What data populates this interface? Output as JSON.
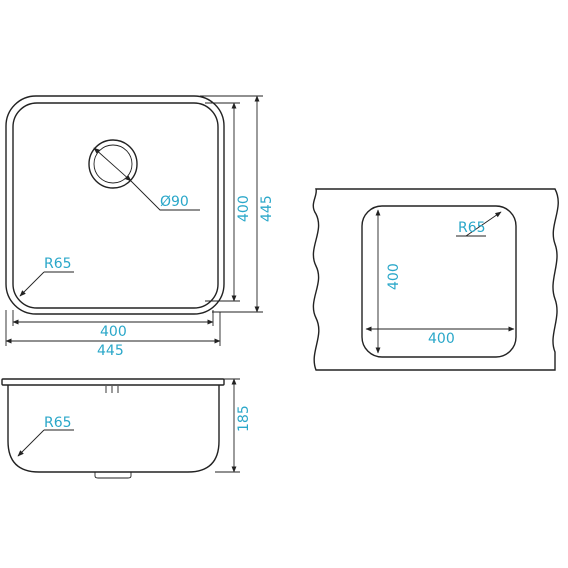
{
  "top_view": {
    "drain_diameter": "Ø90",
    "corner_radius": "R65",
    "inner_width": "400",
    "outer_width": "445",
    "inner_depth": "400",
    "outer_depth": "445"
  },
  "side_view": {
    "corner_radius": "R65",
    "height": "185"
  },
  "cutout_view": {
    "corner_radius": "R65",
    "width": "400",
    "depth": "400"
  },
  "colors": {
    "line": "#222222",
    "dimension_text": "#2aa7c9"
  }
}
